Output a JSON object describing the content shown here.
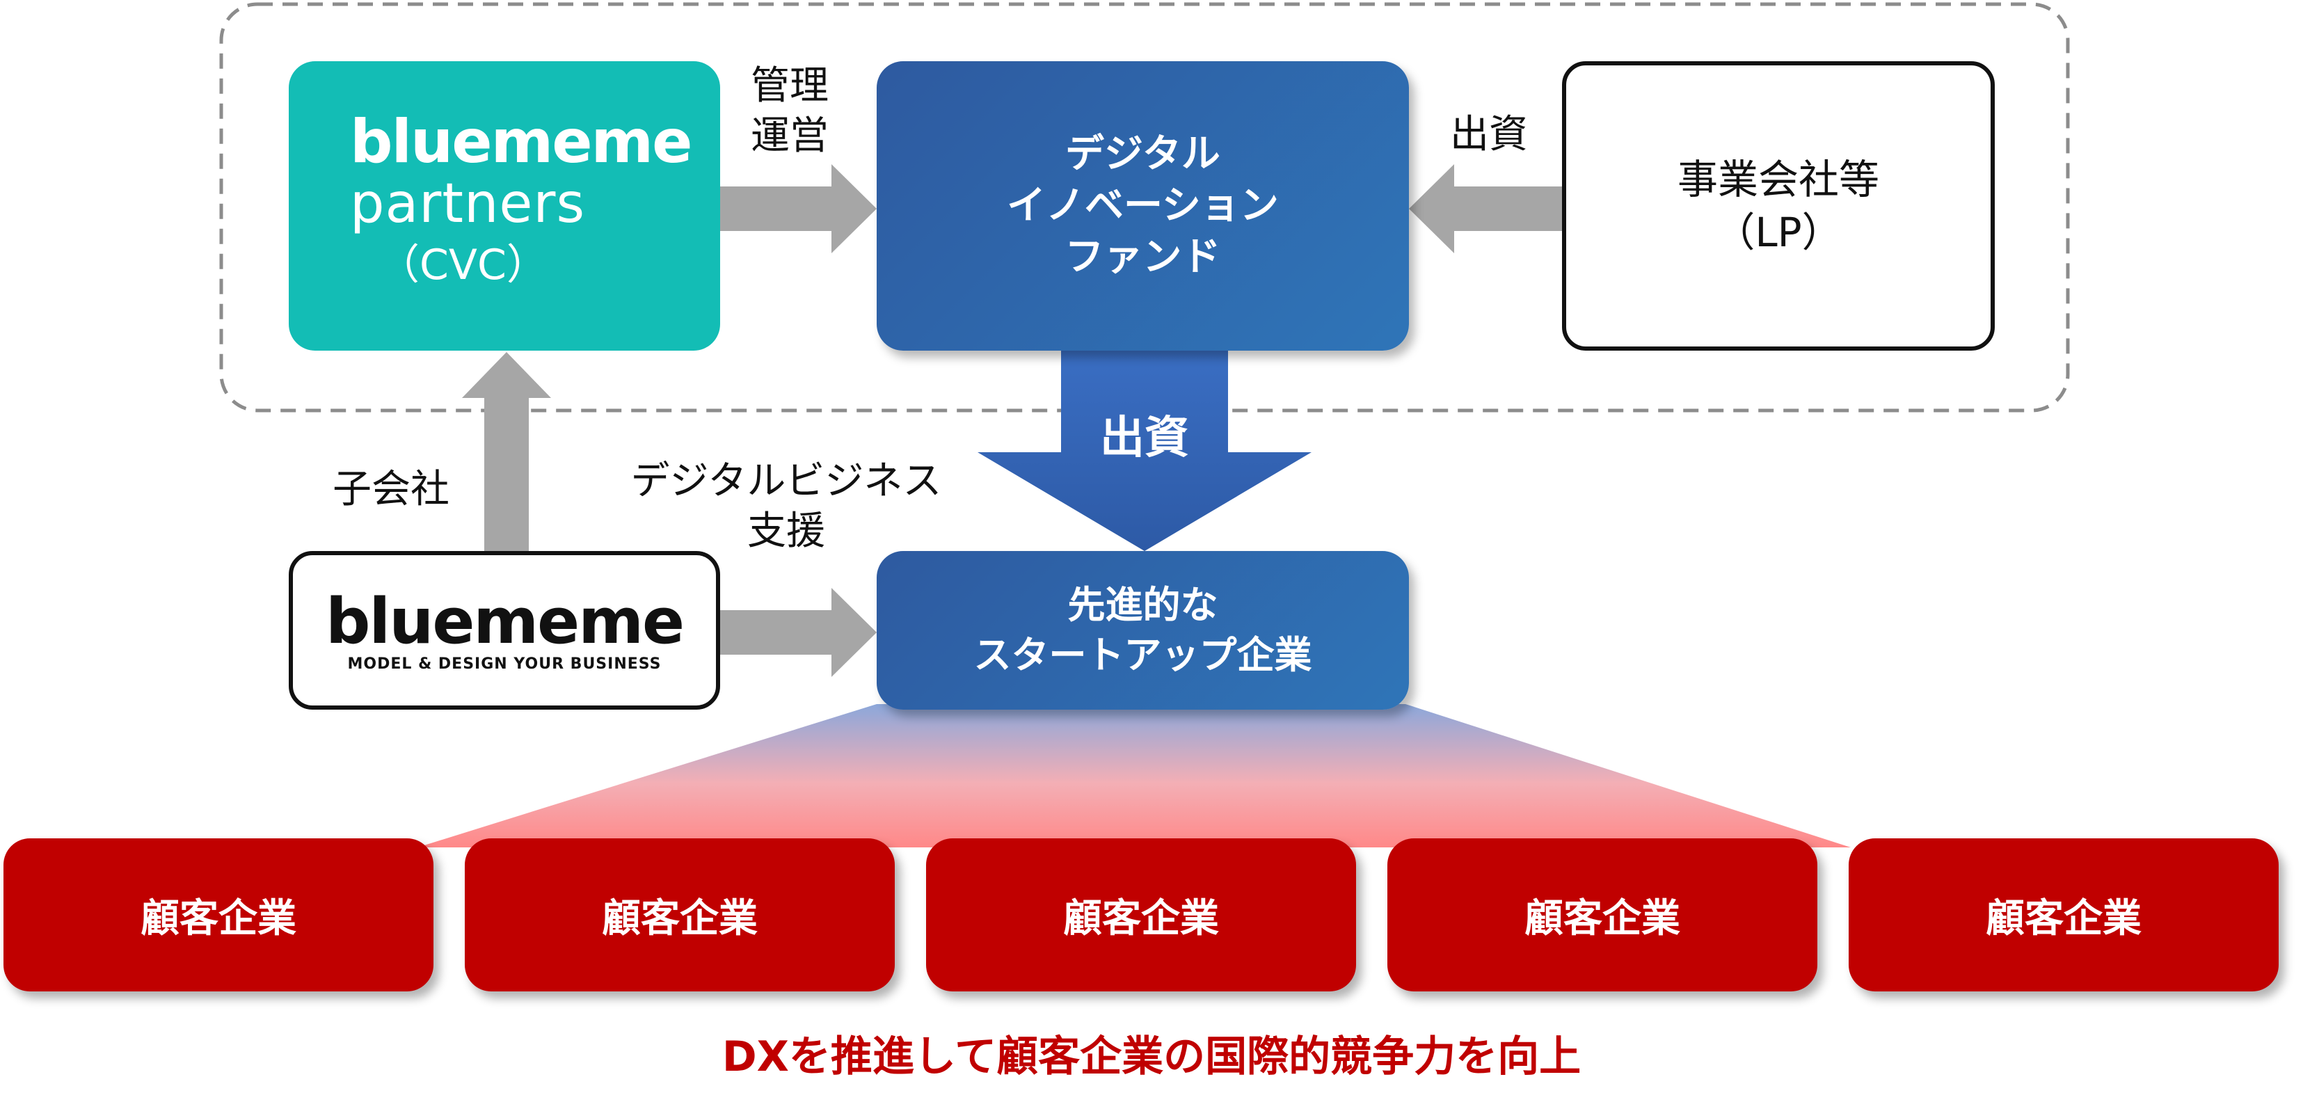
{
  "colors": {
    "teal": "#13bdb5",
    "blue": "#2e5aa0",
    "red": "#c00000",
    "arrow_gray": "#a6a6a6",
    "caption_red": "#c00000"
  },
  "cvc_box": {
    "logo_line1": "bluememe",
    "logo_line2": "partners",
    "tag": "（CVC）"
  },
  "fund_box": {
    "line1": "デジタル",
    "line2": "イノベーション",
    "line3": "ファンド"
  },
  "lp_box": {
    "line1": "事業会社等",
    "line2": "（LP）"
  },
  "startup_box": {
    "line1": "先進的な",
    "line2": "スタートアップ企業"
  },
  "bluememe_box": {
    "logo": "bluememe",
    "tagline": "MODEL & DESIGN YOUR BUSINESS"
  },
  "arrows": {
    "management_line1": "管理",
    "management_line2": "運営",
    "investment_lp": "出資",
    "investment_down": "出資",
    "subsidiary": "子会社",
    "support_line1": "デジタルビジネス",
    "support_line2": "支援"
  },
  "clients": [
    {
      "label": "顧客企業"
    },
    {
      "label": "顧客企業"
    },
    {
      "label": "顧客企業"
    },
    {
      "label": "顧客企業"
    },
    {
      "label": "顧客企業"
    }
  ],
  "caption": "DXを推進して顧客企業の国際的競争力を向上"
}
